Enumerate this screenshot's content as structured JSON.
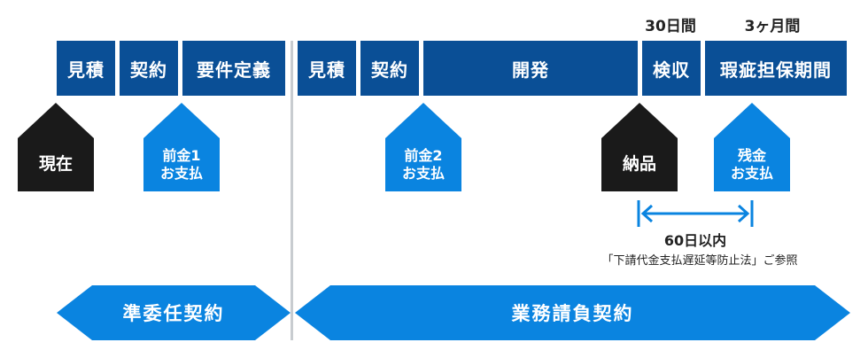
{
  "top_notes": {
    "inspection_days": "30日間",
    "warranty_months": "3ヶ月間"
  },
  "phases": {
    "left": [
      "見積",
      "契約",
      "要件定義"
    ],
    "right": [
      "見積",
      "契約",
      "開発",
      "検収",
      "瑕疵担保期間"
    ]
  },
  "markers": {
    "now": "現在",
    "advance1": [
      "前金1",
      "お支払"
    ],
    "advance2": [
      "前金2",
      "お支払"
    ],
    "delivery": "納品",
    "balance": [
      "残金",
      "お支払"
    ]
  },
  "interval": {
    "label": "60日以内",
    "note": "「下請代金支払遅延等防止法」ご参照"
  },
  "contracts": {
    "quasi_mandate": "準委任契約",
    "service_contract": "業務請負契約"
  },
  "colors": {
    "phase_bg": "#0a4f96",
    "marker_dark": "#1a1a1a",
    "marker_blue": "#0a84e0",
    "contract_bg": "#0a84e0",
    "divider": "#c8ccd0"
  }
}
